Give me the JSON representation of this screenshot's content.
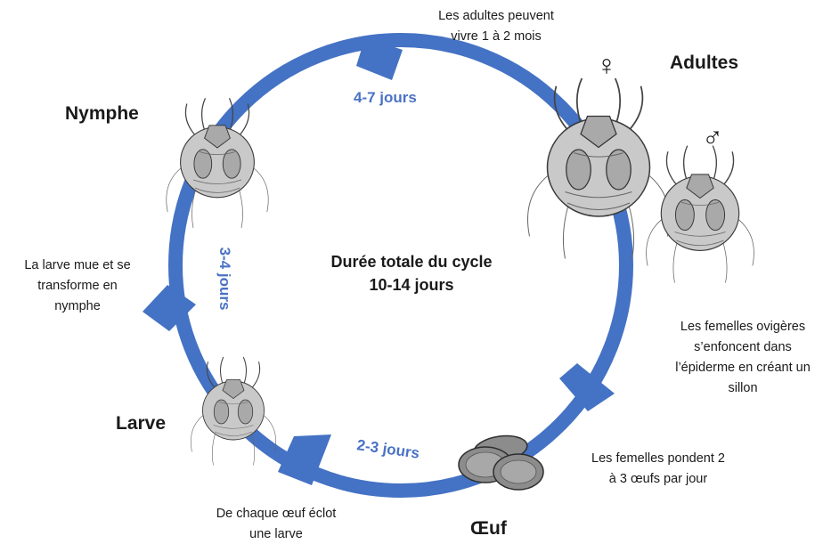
{
  "colors": {
    "cycle": "#4472C4",
    "duration_text": "#4A72C4"
  },
  "center": {
    "line1": "Durée totale du cycle",
    "line2": "10-14 jours"
  },
  "stages": {
    "adultes": "Adultes",
    "nymphe": "Nymphe",
    "larve": "Larve",
    "oeuf": "Œuf",
    "female_symbol": "♀",
    "male_symbol": "♂"
  },
  "durations": {
    "nymph_to_adult": "4-7 jours",
    "larva_to_nymph": "3-4 jours",
    "egg_to_larva": "2-3 jours"
  },
  "notes": {
    "adults_lifespan": [
      "Les adultes peuvent",
      "vivre 1 à 2 mois"
    ],
    "females_burrow": [
      "Les femelles ovigères",
      "s’enfoncent dans",
      "l’épiderme en créant un",
      "sillon"
    ],
    "eggs_laid": [
      "Les femelles pondent 2",
      "à 3 œufs par jour"
    ],
    "egg_hatch": [
      "De chaque œuf éclot",
      "une larve"
    ],
    "larva_molt": [
      "La larve mue et se",
      "transforme en",
      "nymphe"
    ]
  },
  "icons": [
    "mite-female-icon",
    "mite-male-icon",
    "mite-nymph-icon",
    "mite-larva-icon",
    "egg-cluster-icon",
    "cycle-arrow-icon"
  ]
}
